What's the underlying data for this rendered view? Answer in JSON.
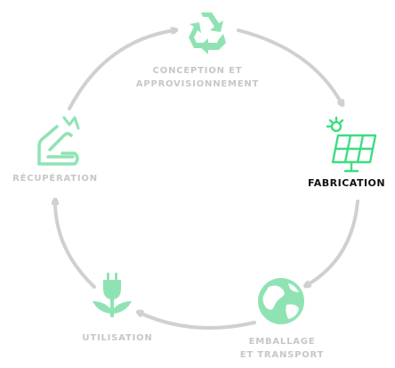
{
  "colors": {
    "accent": "#3ddc84",
    "accent_faded": "#8fe3b3",
    "arrow": "#d0d0d0",
    "label_faded": "#c7c7c7",
    "label_active": "#111111"
  },
  "stages": [
    {
      "id": "conception",
      "label_line1": "CONCEPTION ET",
      "label_line2": "APPROVISIONNEMENT",
      "icon": "recycle-icon",
      "active": false
    },
    {
      "id": "fabrication",
      "label_line1": "FABRICATION",
      "label_line2": "",
      "icon": "solar-panel-icon",
      "active": true
    },
    {
      "id": "emballage",
      "label_line1": "EMBALLAGE",
      "label_line2": "ET TRANSPORT",
      "icon": "globe-icon",
      "active": false
    },
    {
      "id": "utilisation",
      "label_line1": "UTILISATION",
      "label_line2": "",
      "icon": "plug-icon",
      "active": false
    },
    {
      "id": "recuperation",
      "label_line1": "RÉCUPÉRATION",
      "label_line2": "",
      "icon": "hand-recycle-icon",
      "active": false
    }
  ]
}
